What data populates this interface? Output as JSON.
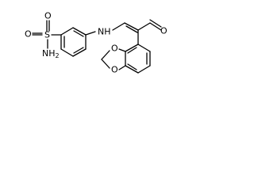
{
  "molecule": {
    "atoms": {
      "s": "S",
      "o_top": "O",
      "o_left": "O",
      "nh2": "NH",
      "nh2_subscript": "2",
      "nh": "NH",
      "o_carbonyl": "O",
      "o_dioxole_upper": "O",
      "o_dioxole_lower": "O"
    }
  }
}
